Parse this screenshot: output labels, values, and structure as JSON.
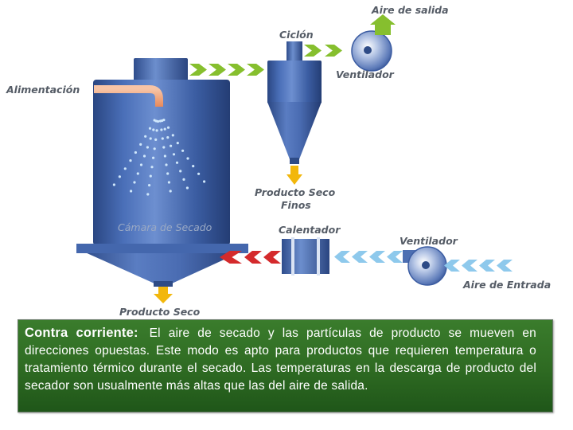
{
  "diagram": {
    "labels": {
      "exhaust_air": "Aire de salida",
      "cyclone": "Ciclón",
      "exhaust_fan": "Ventilador",
      "feed": "Alimentación",
      "fines_line1": "Producto Seco",
      "fines_line2": "Finos",
      "chamber": "Cámara de Secado",
      "heater": "Calentador",
      "inlet_fan": "Ventilador",
      "inlet_air": "Aire de Entrada",
      "product": "Producto Seco"
    },
    "colors": {
      "vessel": "#3d5d9e",
      "exhaust_arrows": "#86bf2e",
      "hot_air_arrows": "#d42a2c",
      "inlet_air_arrows": "#8ec9ec",
      "product_arrows": "#f2b70c",
      "feed_pipe": "#f0a57c",
      "caption_bg": "#2e6a22"
    }
  },
  "caption": {
    "title": "Contra corriente:",
    "body": "El aire de secado y las partículas de producto se mueven en direcciones opuestas. Este modo es apto para productos que requieren temperatura o tratamiento térmico durante el secado. Las temperaturas en la descarga de producto del secador son usualmente más altas que las del aire de salida."
  }
}
